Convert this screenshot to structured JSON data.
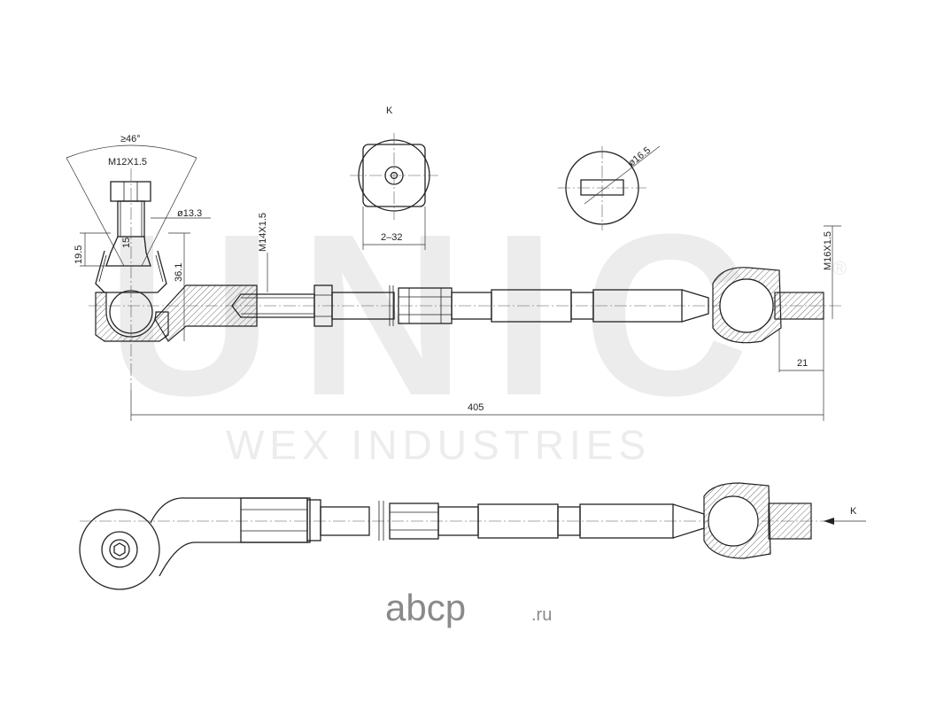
{
  "watermark": {
    "brand": "UNIC",
    "registered": "®",
    "company": "WEX INDUSTRIES",
    "site_main": "abcp",
    "site_tld": ".ru"
  },
  "dimensions": {
    "angle": "≥46°",
    "thread_ball": "M12X1.5",
    "dia_ball": "ø13.3",
    "h_19_5": "19.5",
    "h_15": "15",
    "h_36_1": "36.1",
    "thread_inner": "M14X1.5",
    "view_k_label": "K",
    "across_flats": "2–32",
    "dia_rack": "ø16.5",
    "thread_rack": "M16X1.5",
    "len_21": "21",
    "total_length": "405",
    "arrow_k": "K"
  }
}
